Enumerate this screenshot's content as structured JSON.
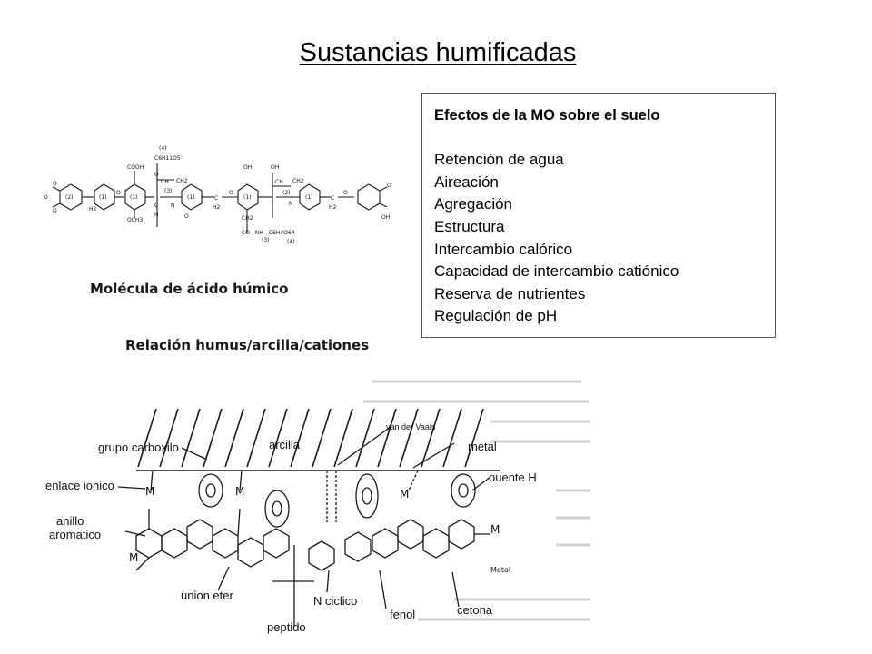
{
  "title": "Sustancias humificadas",
  "effects": {
    "heading": "Efectos de la MO sobre el suelo",
    "items": [
      "Retención de agua",
      "Aireación",
      "Agregación",
      "Estructura",
      "Intercambio calórico",
      "Capacidad de intercambio catiónico",
      "Reserva de nutrientes",
      "Regulación de pH"
    ]
  },
  "captions": {
    "molecule": "Molécula de ácido húmico",
    "relation": "Relación humus/arcilla/cationes"
  },
  "diagram_labels": {
    "grupo_carboxilo": "grupo carboxilo",
    "arcilla": "arcilla",
    "van_der_waals": "van der Vaals",
    "metal": "metal",
    "enlace_ionico": "enlace ionico",
    "puente_h": "puente H",
    "anillo": "anillo",
    "aromatico": "aromatico",
    "union_eter": "union eter",
    "n_ciclico": "N ciclico",
    "fenol": "fenol",
    "cetona": "cetona",
    "peptido": "peptido",
    "metal_small": "Metal"
  },
  "molecule_labels": {
    "cooh": "COOH",
    "oh": "OH",
    "och3": "OCH3",
    "o": "O",
    "c": "C",
    "ch": "CH",
    "ch2": "CH2",
    "h2": "H2",
    "n": "N",
    "h": "H",
    "sugar": "C6H11O5",
    "peptide_chain": "CO—NH—C6H4O6R",
    "ring_1": "(1)",
    "ring_2": "(2)",
    "ring_3": "(3)",
    "ring_4": "(4)"
  },
  "colors": {
    "text": "#000000",
    "box_border": "#555555",
    "drawing": "#1a1a1a",
    "background": "#ffffff"
  }
}
